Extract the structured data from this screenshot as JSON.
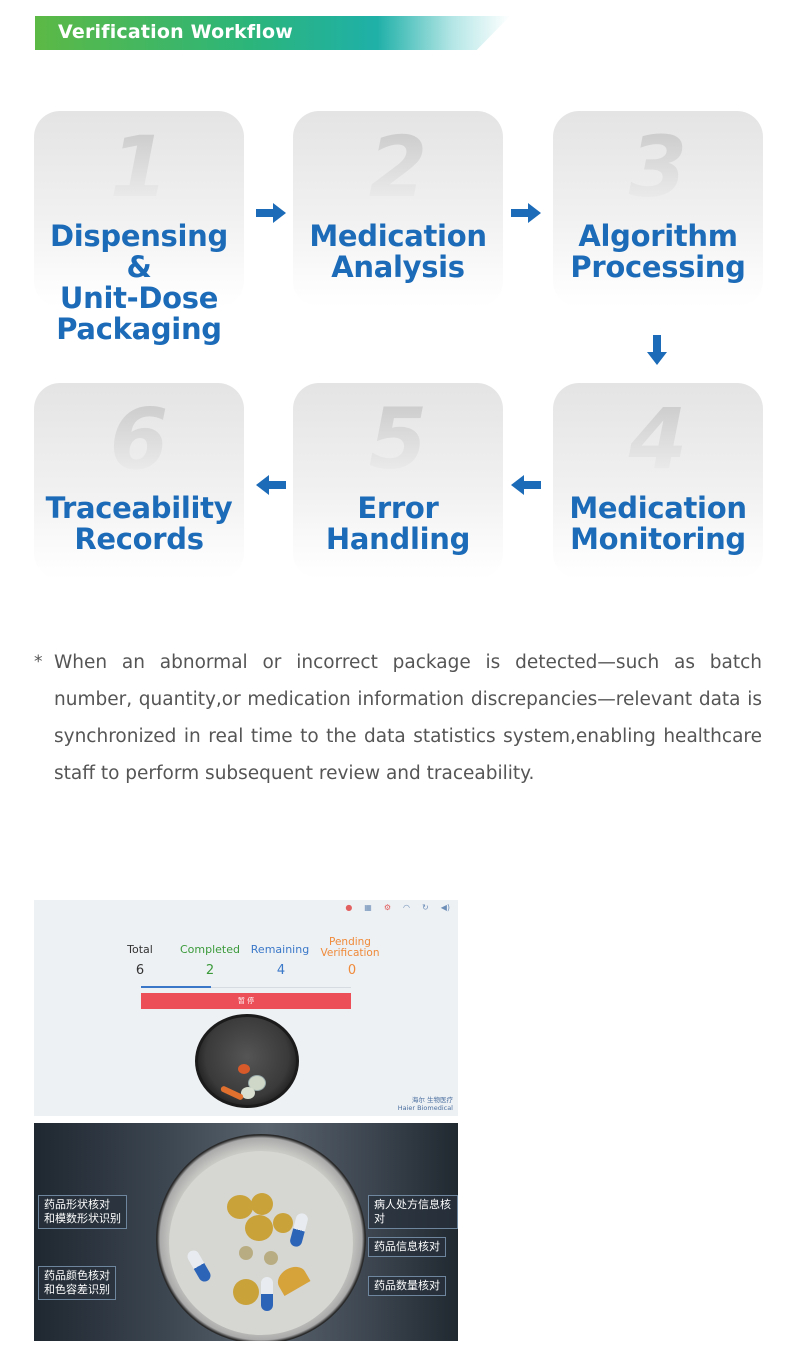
{
  "header": {
    "title": "Verification Workflow"
  },
  "workflow": {
    "steps": [
      {
        "number": "1",
        "title_lines": [
          "Dispensing &",
          "Unit-Dose",
          "Packaging"
        ]
      },
      {
        "number": "2",
        "title_lines": [
          "Medication",
          "Analysis"
        ]
      },
      {
        "number": "3",
        "title_lines": [
          "Algorithm",
          "Processing"
        ]
      },
      {
        "number": "4",
        "title_lines": [
          "Medication",
          "Monitoring"
        ]
      },
      {
        "number": "5",
        "title_lines": [
          "Error",
          "Handling"
        ]
      },
      {
        "number": "6",
        "title_lines": [
          "Traceability",
          "Records"
        ]
      }
    ]
  },
  "note": {
    "marker": "*",
    "text": "When an abnormal or incorrect package is detected—such as batch number, quantity,or medication information discrepancies—relevant data is synchronized in real time to the data statistics system,enabling healthcare staff to perform subsequent review and traceability."
  },
  "app_screen": {
    "stats": [
      {
        "label": "Total",
        "value": "6",
        "color": "#333333"
      },
      {
        "label": "Completed",
        "value": "2",
        "color": "#3a9a3a"
      },
      {
        "label": "Remaining",
        "value": "4",
        "color": "#3a78c8"
      },
      {
        "label": "Pending Verification",
        "value": "0",
        "color": "#ef8a3a"
      }
    ],
    "button_label": "暂 停",
    "brand_cn": "海尔 生物医疗",
    "brand_en": "Haier Biomedical"
  },
  "camera_view": {
    "left_labels": [
      "药品形状核对\n和模数形状识别",
      "药品颜色核对\n和色容差识别"
    ],
    "right_labels": [
      "病人处方信息核对",
      "药品信息核对",
      "药品数量核对"
    ]
  }
}
